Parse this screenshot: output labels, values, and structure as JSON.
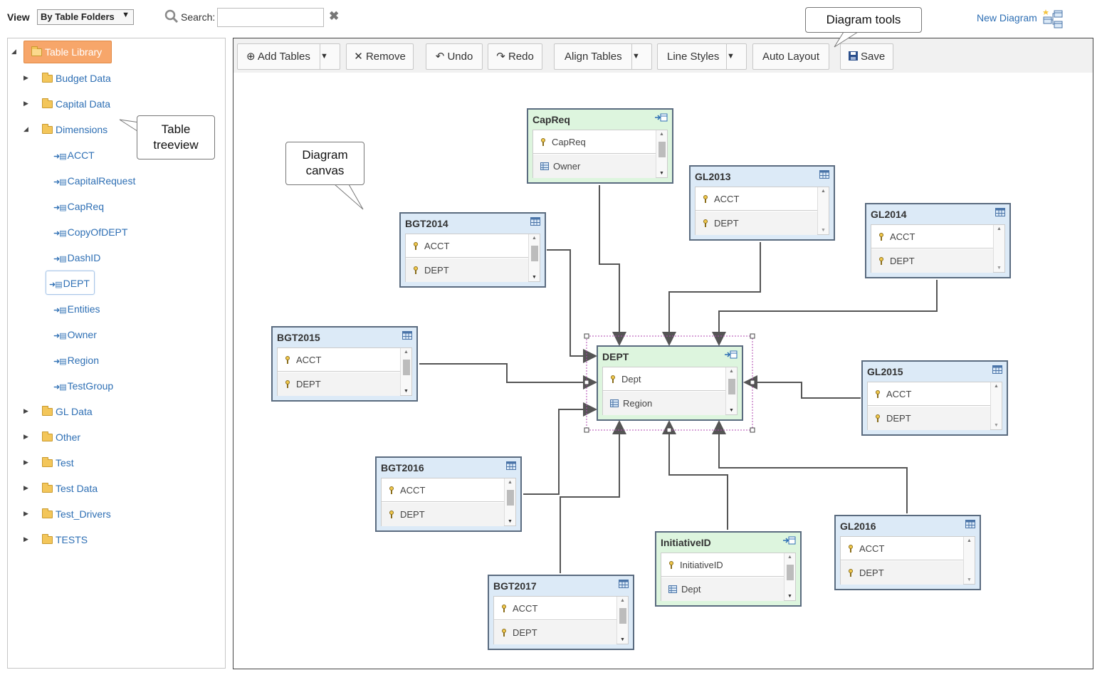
{
  "topbar": {
    "view_label": "View",
    "view_selected": "By Table Folders",
    "search_label": "Search:",
    "search_value": "",
    "new_diagram_label": "New Diagram"
  },
  "tree": {
    "root_label": "Table Library",
    "folders": [
      {
        "label": "Budget Data",
        "expanded": false
      },
      {
        "label": "Capital Data",
        "expanded": false
      },
      {
        "label": "Dimensions",
        "expanded": true
      },
      {
        "label": "GL Data",
        "expanded": false
      },
      {
        "label": "Other",
        "expanded": false
      },
      {
        "label": "Test",
        "expanded": false
      },
      {
        "label": "Test Data",
        "expanded": false
      },
      {
        "label": "Test_Drivers",
        "expanded": false
      },
      {
        "label": "TESTS",
        "expanded": false
      }
    ],
    "dimension_tables": [
      "ACCT",
      "CapitalRequest",
      "CapReq",
      "CopyOfDEPT",
      "DashID",
      "DEPT",
      "Entities",
      "Owner",
      "Region",
      "TestGroup"
    ],
    "selected": "DEPT"
  },
  "toolbar": {
    "add_tables": "Add Tables",
    "remove": "Remove",
    "undo": "Undo",
    "redo": "Redo",
    "align_tables": "Align Tables",
    "line_styles": "Line Styles",
    "auto_layout": "Auto Layout",
    "save": "Save"
  },
  "callouts": {
    "table_treeview": "Table treeview",
    "diagram_canvas": "Diagram canvas",
    "diagram_tools": "Diagram tools"
  },
  "tables": {
    "capreq": {
      "name": "CapReq",
      "fields": [
        "CapReq",
        "Owner"
      ]
    },
    "gl2013": {
      "name": "GL2013",
      "fields": [
        "ACCT",
        "DEPT"
      ]
    },
    "gl2014": {
      "name": "GL2014",
      "fields": [
        "ACCT",
        "DEPT"
      ]
    },
    "bgt2014": {
      "name": "BGT2014",
      "fields": [
        "ACCT",
        "DEPT"
      ]
    },
    "bgt2015": {
      "name": "BGT2015",
      "fields": [
        "ACCT",
        "DEPT"
      ]
    },
    "dept": {
      "name": "DEPT",
      "fields": [
        "Dept",
        "Region"
      ]
    },
    "gl2015": {
      "name": "GL2015",
      "fields": [
        "ACCT",
        "DEPT"
      ]
    },
    "bgt2016": {
      "name": "BGT2016",
      "fields": [
        "ACCT",
        "DEPT"
      ]
    },
    "initiativeid": {
      "name": "InitiativeID",
      "fields": [
        "InitiativeID",
        "Dept"
      ]
    },
    "gl2016": {
      "name": "GL2016",
      "fields": [
        "ACCT",
        "DEPT"
      ]
    },
    "bgt2017": {
      "name": "BGT2017",
      "fields": [
        "ACCT",
        "DEPT"
      ]
    }
  },
  "colors": {
    "link": "#2e6fb4",
    "root_highlight": "#f7a66a",
    "data_table_header": "#dceaf7",
    "lookup_table_header": "#ddf5de",
    "connector": "#555555"
  }
}
